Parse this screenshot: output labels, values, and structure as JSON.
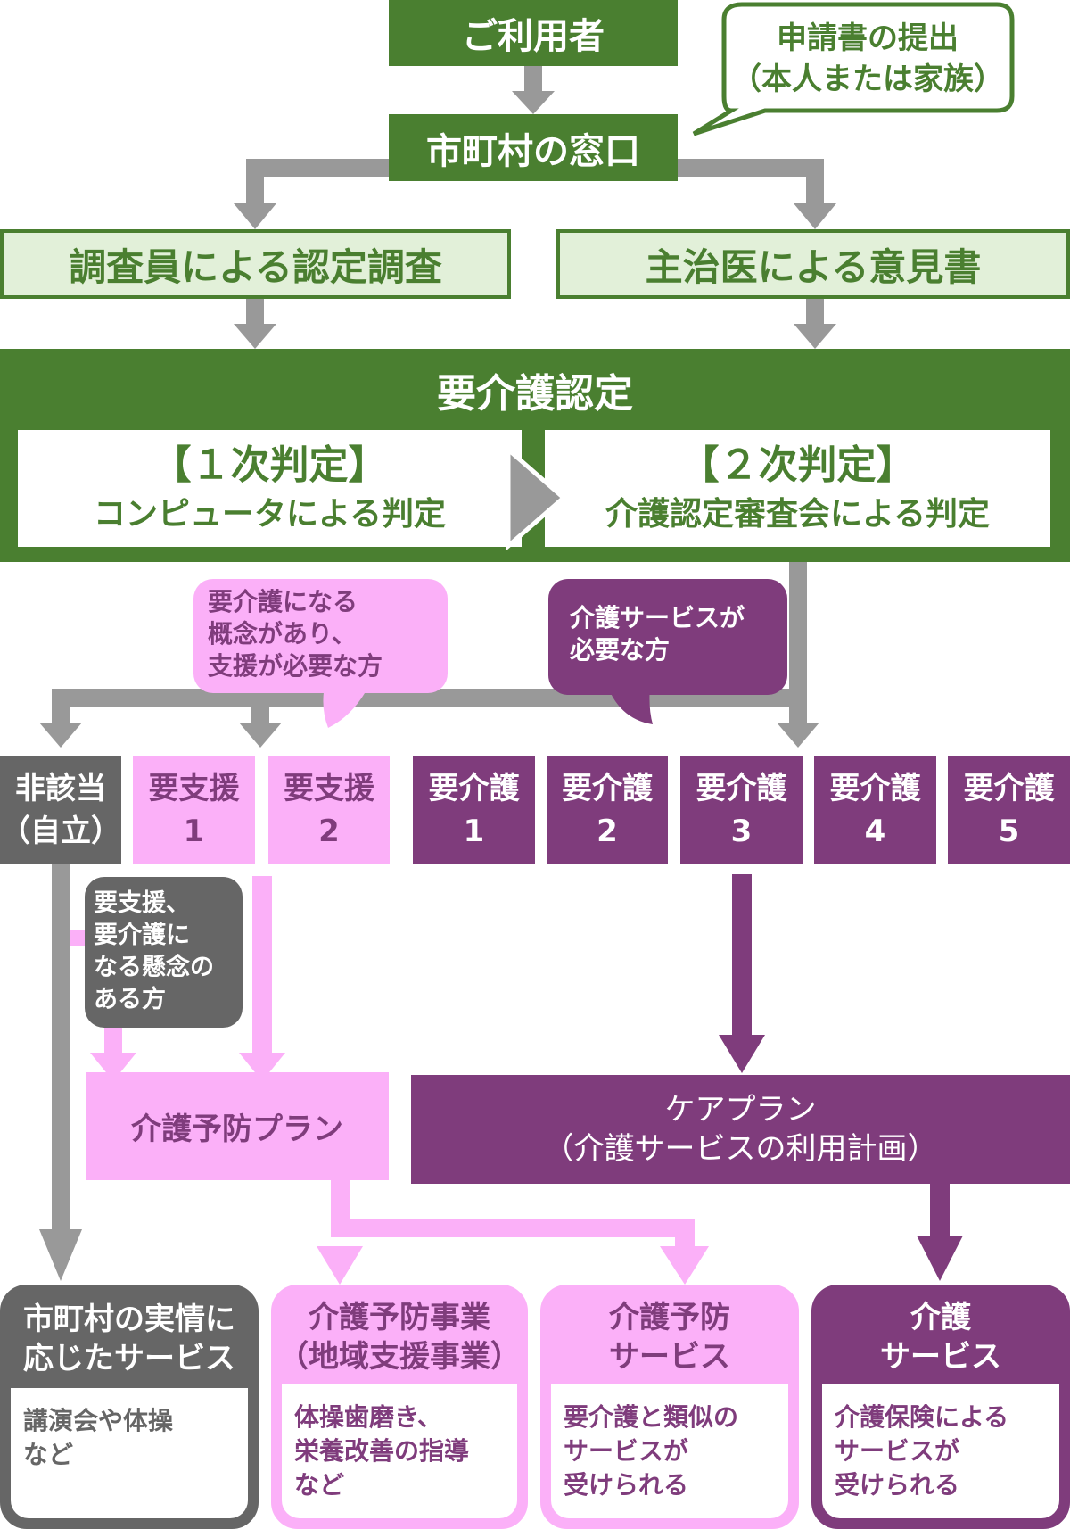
{
  "colors": {
    "green": "#4a7f30",
    "light_green": "#e2f0d9",
    "gray_arrow": "#999999",
    "dark_gray": "#666666",
    "pink": "#fbb0f8",
    "purple": "#7f3c7c"
  },
  "top": {
    "user": "ご利用者",
    "window": "市町村の窓口",
    "application_bubble": [
      "申請書の提出",
      "（本人または家族）"
    ]
  },
  "assessment": {
    "survey": "調査員による認定調査",
    "doctor": "主治医による意見書"
  },
  "certification": {
    "title": "要介護認定",
    "first": {
      "label": "【１次判定】",
      "desc": "コンピュータによる判定"
    },
    "second": {
      "label": "【２次判定】",
      "desc": "介護認定審査会による判定"
    }
  },
  "callouts": {
    "support_needed": [
      "要介護になる",
      "概念があり、",
      "支援が必要な方"
    ],
    "care_needed": [
      "介護サービスが",
      "必要な方"
    ],
    "risk": [
      "要支援、",
      "要介護に",
      "なる懸念の",
      "ある方"
    ]
  },
  "levels": [
    {
      "line1": "非該当",
      "line2": "（自立）",
      "type": "independent"
    },
    {
      "line1": "要支援",
      "line2": "1",
      "type": "support"
    },
    {
      "line1": "要支援",
      "line2": "2",
      "type": "support"
    },
    {
      "line1": "要介護",
      "line2": "1",
      "type": "care"
    },
    {
      "line1": "要介護",
      "line2": "2",
      "type": "care"
    },
    {
      "line1": "要介護",
      "line2": "3",
      "type": "care"
    },
    {
      "line1": "要介護",
      "line2": "4",
      "type": "care"
    },
    {
      "line1": "要介護",
      "line2": "5",
      "type": "care"
    }
  ],
  "plans": {
    "prevention": "介護予防プラン",
    "care": [
      "ケアプラン",
      "（介護サービスの利用計画）"
    ]
  },
  "services": [
    {
      "title": [
        "市町村の実情に",
        "応じたサービス"
      ],
      "body": [
        "講演会や体操",
        "など"
      ],
      "type": "dark"
    },
    {
      "title": [
        "介護予防事業",
        "（地域支援事業）"
      ],
      "body": [
        "体操歯磨き、",
        "栄養改善の指導",
        "など"
      ],
      "type": "pink"
    },
    {
      "title": [
        "介護予防",
        "サービス"
      ],
      "body": [
        "要介護と類似の",
        "サービスが",
        "受けられる"
      ],
      "type": "pink"
    },
    {
      "title": [
        "介護",
        "サービス"
      ],
      "body": [
        "介護保険による",
        "サービスが",
        "受けられる"
      ],
      "type": "purple"
    }
  ]
}
